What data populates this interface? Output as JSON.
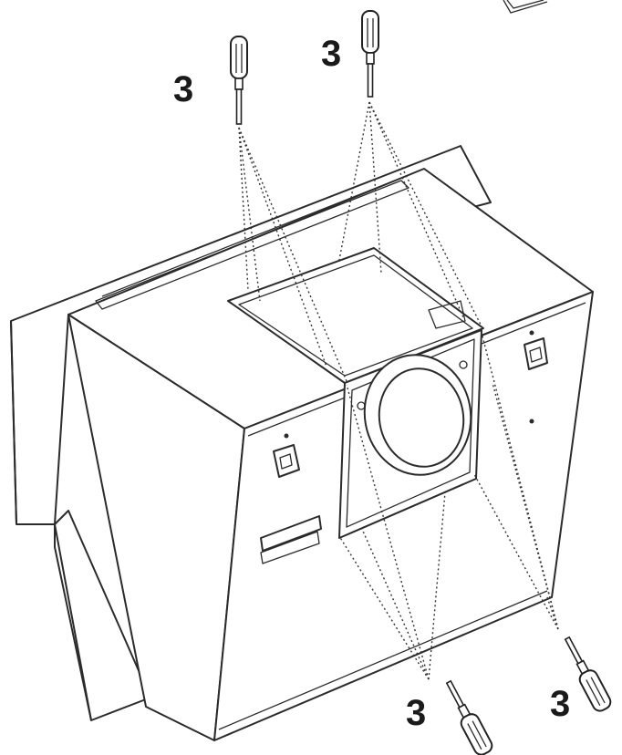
{
  "callouts": {
    "top_left": "3",
    "top_right": "3",
    "bottom_left": "3",
    "bottom_right": "3"
  },
  "icons": [
    "screwdriver-icon"
  ],
  "colors": {
    "line": "#2b2b2b",
    "background": "#ffffff"
  }
}
